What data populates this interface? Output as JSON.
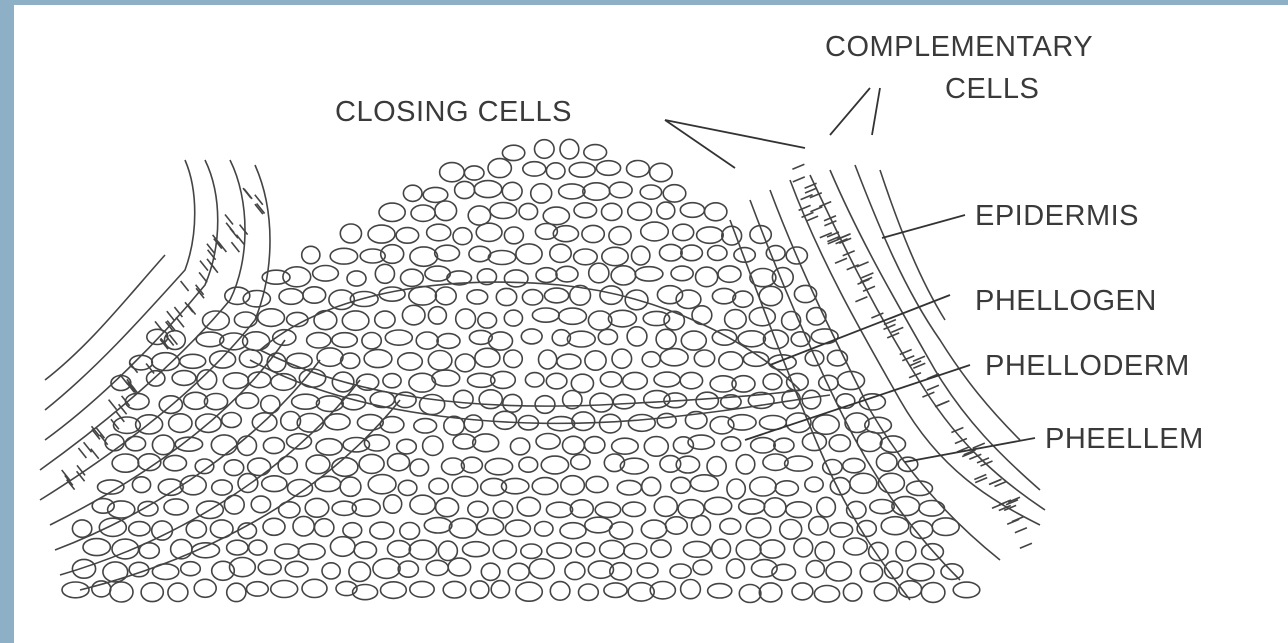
{
  "labels": {
    "complementary_line1": "COMPLEMENTARY",
    "complementary_line2": "CELLS",
    "closing_cells": "CLOSING CELLS",
    "epidermis": "EPIDERMIS",
    "phellogen": "PHELLOGEN",
    "phelloderm": "PHELLODERM",
    "pheellem": "PHEELLEM"
  },
  "colors": {
    "frame": "#8db0c6",
    "ink": "#3a3a3a",
    "background": "#ffffff"
  }
}
